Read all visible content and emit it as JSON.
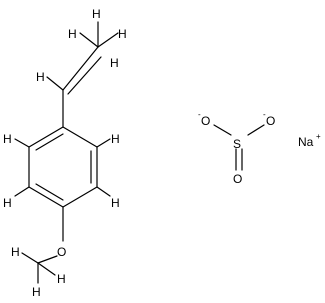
{
  "atoms": {
    "h_top_a": "H",
    "h_top_b": "H",
    "h_top_c": "H",
    "h_top_d": "H",
    "h_vinyl": "H",
    "h_ring_upper_left": "H",
    "h_ring_upper_right": "H",
    "h_ring_lower_left": "H",
    "h_ring_lower_right": "H",
    "o_ether": "O",
    "h_methyl_left": "H",
    "h_methyl_mid": "H",
    "h_methyl_right": "H",
    "o_sulfite_left": "O",
    "s_sulfur": "S",
    "o_sulfite_right": "O",
    "o_sulfite_bottom": "O",
    "na": "Na"
  },
  "charges": {
    "o_sulfite_left": "-",
    "o_sulfite_right": "-",
    "na": "+"
  }
}
